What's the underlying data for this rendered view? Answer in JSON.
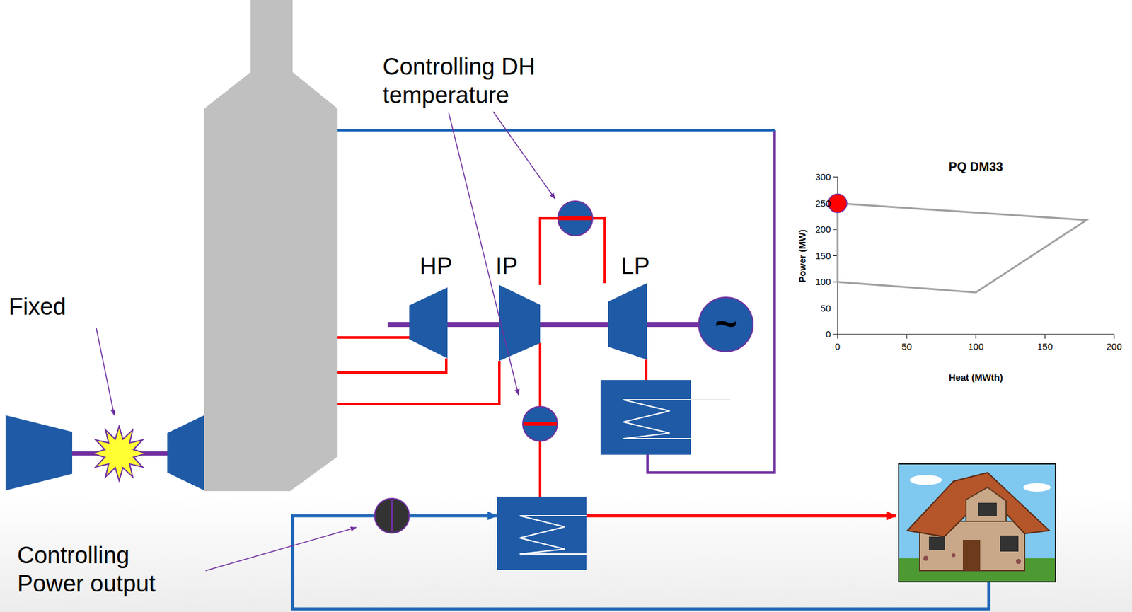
{
  "diagram": {
    "labels": [
      "Controlling DH temperature",
      "HP",
      "IP",
      "LP",
      "~",
      "Fixed",
      "Controlling Power output",
      "PQ DM33",
      "Power (MW)",
      "Heat (MWth)",
      "300",
      "250",
      "200",
      "150",
      "100",
      "50",
      "0",
      "0",
      "50",
      "100",
      "150",
      "200"
    ]
  }
}
